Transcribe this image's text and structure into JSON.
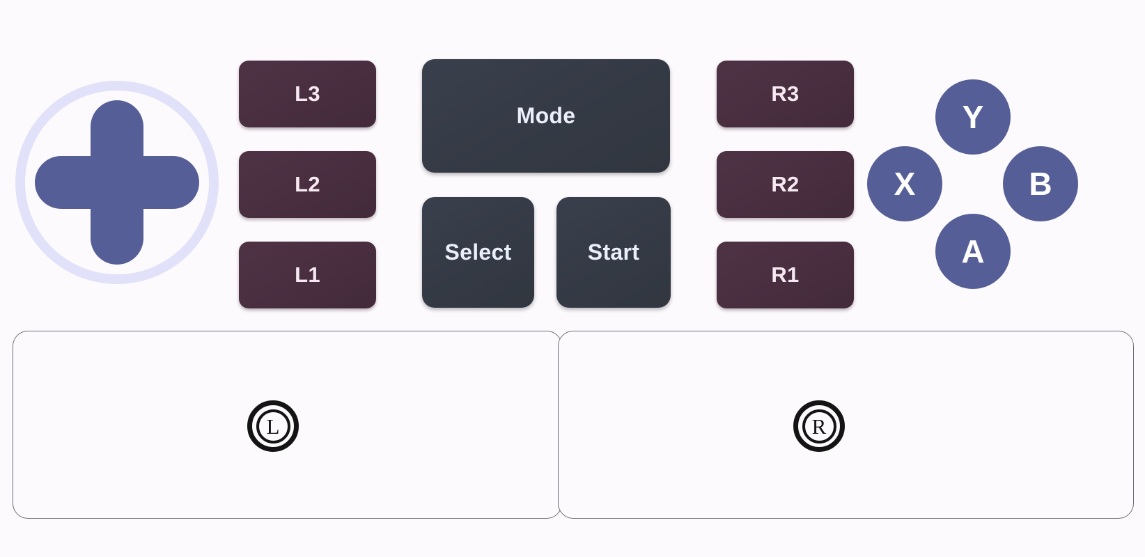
{
  "theme": {
    "background": "#fdfafd",
    "dpad_color": "#555e96",
    "dpad_ring_color": "#e1e1f9",
    "shoulder_color": "#452b3b",
    "shoulder_text_color": "#f7e9f1",
    "system_button_color": "#343a46",
    "system_button_text_color": "#eceefb",
    "face_button_color": "#555e96",
    "face_button_text_color": "#ffffff",
    "panel_border_color": "#6f6c7a",
    "glyph_color": "#141414"
  },
  "dpad": {
    "name": "directional-pad",
    "label": ""
  },
  "left_shoulder_buttons": [
    {
      "id": "l3",
      "label": "L3"
    },
    {
      "id": "l2",
      "label": "L2"
    },
    {
      "id": "l1",
      "label": "L1"
    }
  ],
  "right_shoulder_buttons": [
    {
      "id": "r3",
      "label": "R3"
    },
    {
      "id": "r2",
      "label": "R2"
    },
    {
      "id": "r1",
      "label": "R1"
    }
  ],
  "system_buttons": {
    "mode": "Mode",
    "select": "Select",
    "start": "Start"
  },
  "face_buttons": [
    {
      "id": "y",
      "label": "Y",
      "position": "top"
    },
    {
      "id": "x",
      "label": "X",
      "position": "left"
    },
    {
      "id": "b",
      "label": "B",
      "position": "right"
    },
    {
      "id": "a",
      "label": "A",
      "position": "bottom"
    }
  ],
  "touch_panels": [
    {
      "id": "left-stick-area",
      "glyph": "L",
      "glyph_name": "circled-l-icon"
    },
    {
      "id": "right-stick-area",
      "glyph": "R",
      "glyph_name": "circled-r-icon"
    }
  ]
}
